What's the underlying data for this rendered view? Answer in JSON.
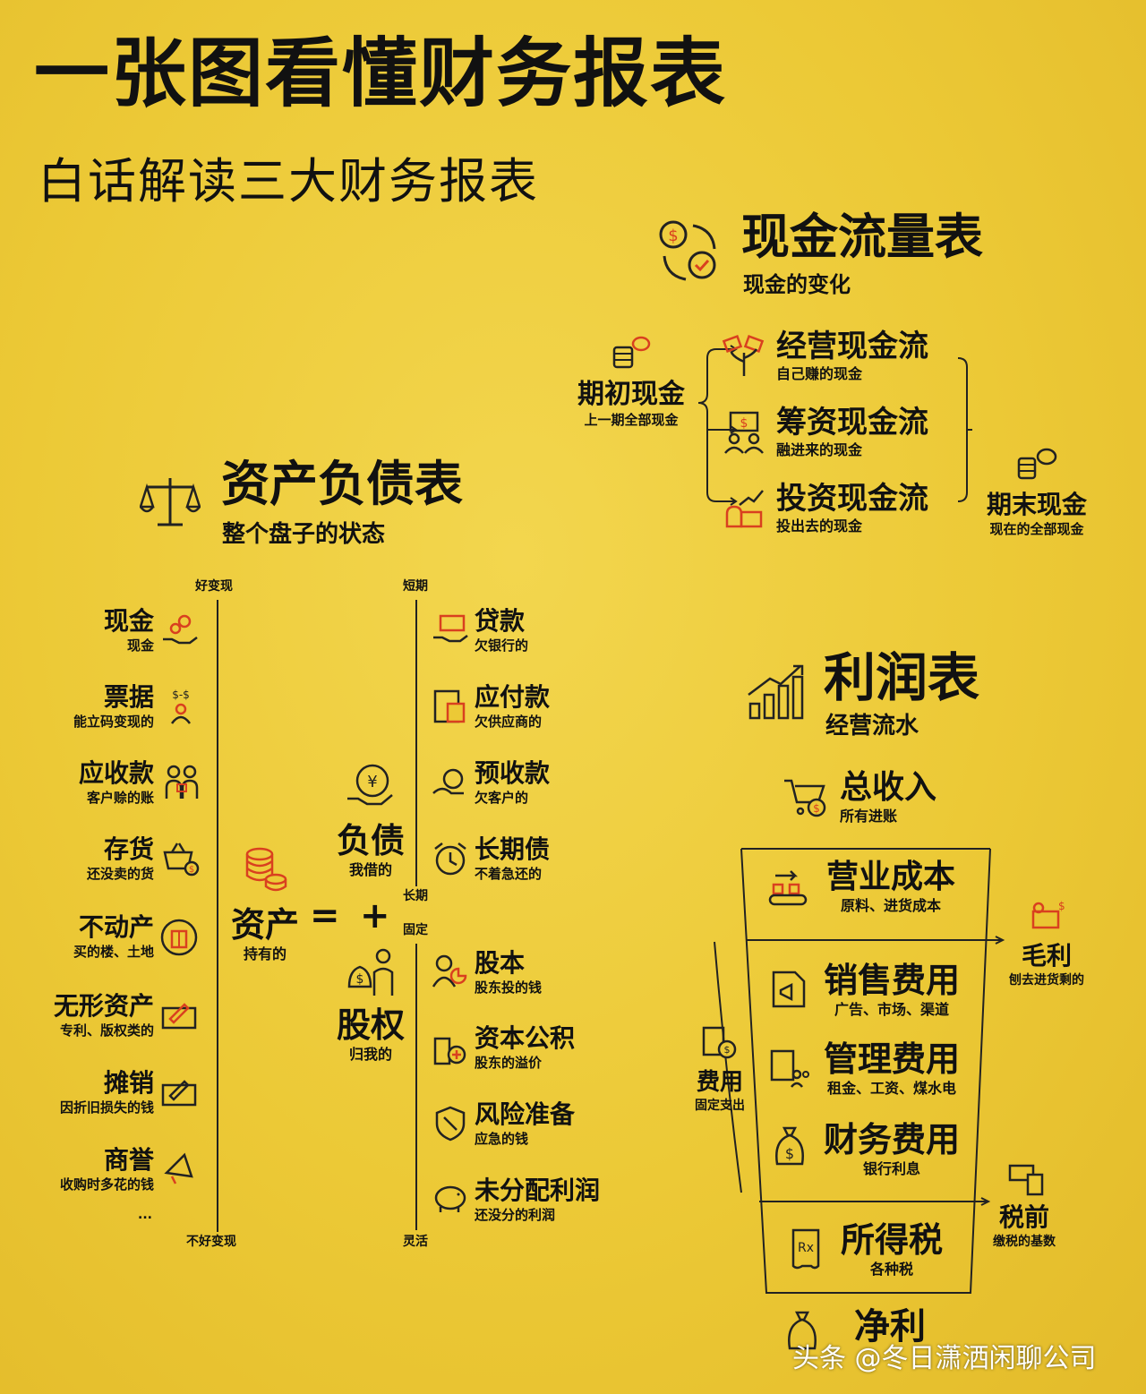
{
  "header": {
    "title": "一张图看懂财务报表",
    "subtitle": "白话解读三大财务报表"
  },
  "cashflow": {
    "title": "现金流量表",
    "subtitle": "现金的变化",
    "start": {
      "title": "期初现金",
      "desc": "上一期全部现金"
    },
    "end": {
      "title": "期末现金",
      "desc": "现在的全部现金"
    },
    "items": [
      {
        "title": "经营现金流",
        "desc": "自己赚的现金"
      },
      {
        "title": "筹资现金流",
        "desc": "融进来的现金"
      },
      {
        "title": "投资现金流",
        "desc": "投出去的现金"
      }
    ]
  },
  "balance": {
    "title": "资产负债表",
    "subtitle": "整个盘子的状态",
    "axis_left_top": "好变现",
    "axis_left_bottom": "不好变现",
    "axis_right_top": "短期",
    "axis_right_mid1": "长期",
    "axis_right_mid2": "固定",
    "axis_right_bottom": "灵活",
    "assets": {
      "title": "资产",
      "desc": "持有的"
    },
    "liabilities": {
      "title": "负债",
      "desc": "我借的"
    },
    "equity": {
      "title": "股权",
      "desc": "归我的"
    },
    "equals": "=",
    "plus": "+",
    "ellipsis": "...",
    "asset_items": [
      {
        "title": "现金",
        "desc": "现金"
      },
      {
        "title": "票据",
        "desc": "能立码变现的"
      },
      {
        "title": "应收款",
        "desc": "客户赊的账"
      },
      {
        "title": "存货",
        "desc": "还没卖的货"
      },
      {
        "title": "不动产",
        "desc": "买的楼、土地"
      },
      {
        "title": "无形资产",
        "desc": "专利、版权类的"
      },
      {
        "title": "摊销",
        "desc": "因折旧损失的钱"
      },
      {
        "title": "商誉",
        "desc": "收购时多花的钱"
      }
    ],
    "liability_items": [
      {
        "title": "贷款",
        "desc": "欠银行的"
      },
      {
        "title": "应付款",
        "desc": "欠供应商的"
      },
      {
        "title": "预收款",
        "desc": "欠客户的"
      },
      {
        "title": "长期债",
        "desc": "不着急还的"
      }
    ],
    "equity_items": [
      {
        "title": "股本",
        "desc": "股东投的钱"
      },
      {
        "title": "资本公积",
        "desc": "股东的溢价"
      },
      {
        "title": "风险准备",
        "desc": "应急的钱"
      },
      {
        "title": "未分配利润",
        "desc": "还没分的利润"
      }
    ]
  },
  "income": {
    "title": "利润表",
    "subtitle": "经营流水",
    "revenue": {
      "title": "总收入",
      "desc": "所有进账"
    },
    "cost": {
      "title": "营业成本",
      "desc": "原料、进货成本"
    },
    "gross": {
      "title": "毛利",
      "desc": "刨去进货剩的"
    },
    "expense_group": {
      "title": "费用",
      "desc": "固定支出"
    },
    "expenses": [
      {
        "title": "销售费用",
        "desc": "广告、市场、渠道"
      },
      {
        "title": "管理费用",
        "desc": "租金、工资、煤水电"
      },
      {
        "title": "财务费用",
        "desc": "银行利息"
      }
    ],
    "pretax": {
      "title": "税前",
      "desc": "缴税的基数"
    },
    "tax": {
      "title": "所得税",
      "desc": "各种税"
    },
    "net": {
      "title": "净利"
    }
  },
  "watermark": "头条 @冬日潇洒闲聊公司",
  "colors": {
    "accent": "#d9401f",
    "ink": "#111111",
    "background": "#ecc936"
  }
}
